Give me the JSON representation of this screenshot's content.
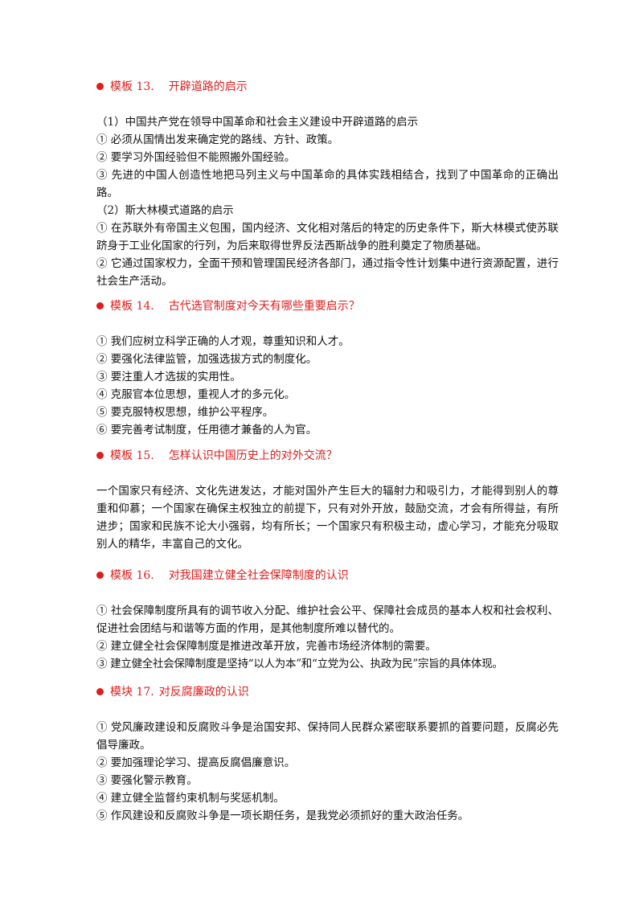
{
  "colors": {
    "heading": "#e11c1c",
    "text": "#111111",
    "background": "#ffffff"
  },
  "sections": [
    {
      "label": "模板 13.",
      "title": "开辟道路的启示",
      "lines": [
        "（1）中国共产党在领导中国革命和社会主义建设中开辟道路的启示",
        "① 必须从国情出发来确定党的路线、方针、政策。",
        "② 要学习外国经验但不能照搬外国经验。",
        "③ 先进的中国人创造性地把马列主义与中国革命的具体实践相结合，找到了中国革命的正确出路。",
        "（2）斯大林模式道路的启示",
        "① 在苏联外有帝国主义包围，国内经济、文化相对落后的特定的历史条件下，斯大林模式使苏联跻身于工业化国家的行列，为后来取得世界反法西斯战争的胜利奠定了物质基础。",
        "② 它通过国家权力，全面干预和管理国民经济各部门，通过指令性计划集中进行资源配置，进行社会生产活动。"
      ]
    },
    {
      "label": "模板 14.",
      "title": "古代选官制度对今天有哪些重要启示？",
      "lines": [
        "① 我们应树立科学正确的人才观，尊重知识和人才。",
        "② 要强化法律监管，加强选拔方式的制度化。",
        "③ 要注重人才选拔的实用性。",
        "④ 克服官本位思想，重视人才的多元化。",
        "⑤ 要克服特权思想，维护公平程序。",
        "⑥ 要完善考试制度，任用德才兼备的人为官。"
      ]
    },
    {
      "label": "模板 15.",
      "title": "怎样认识中国历史上的对外交流？",
      "lines": [
        "一个国家只有经济、文化先进发达，才能对国外产生巨大的辐射力和吸引力，才能得到别人的尊重和仰慕；一个国家在确保主权独立的前提下，只有对外开放，鼓励交流，才会有所得益，有所进步；国家和民族不论大小强弱，均有所长；一个国家只有积极主动，虚心学习，才能充分吸取别人的精华，丰富自己的文化。"
      ]
    },
    {
      "label": "模板 16.",
      "title": "对我国建立健全社会保障制度的认识",
      "lines": [
        "① 社会保障制度所具有的调节收入分配、维护社会公平、保障社会成员的基本人权和社会权利、促进社会团结与和谐等方面的作用，是其他制度所难以替代的。",
        "② 建立健全社会保障制度是推进改革开放，完善市场经济体制的需要。",
        "③ 建立健全社会保障制度是坚持“以人为本”和“立党为公、执政为民”宗旨的具体体现。"
      ]
    },
    {
      "label": "模块 17.",
      "title": "对反腐廉政的认识",
      "lines": [
        "① 党风廉政建设和反腐败斗争是治国安邦、保持同人民群众紧密联系要抓的首要问题，反腐必先倡导廉政。",
        "② 要加强理论学习、提高反腐倡廉意识。",
        "③ 要强化警示教育。",
        "④ 建立健全监督约束机制与奖惩机制。",
        "⑤ 作风建设和反腐败斗争是一项长期任务，是我党必须抓好的重大政治任务。"
      ]
    }
  ]
}
